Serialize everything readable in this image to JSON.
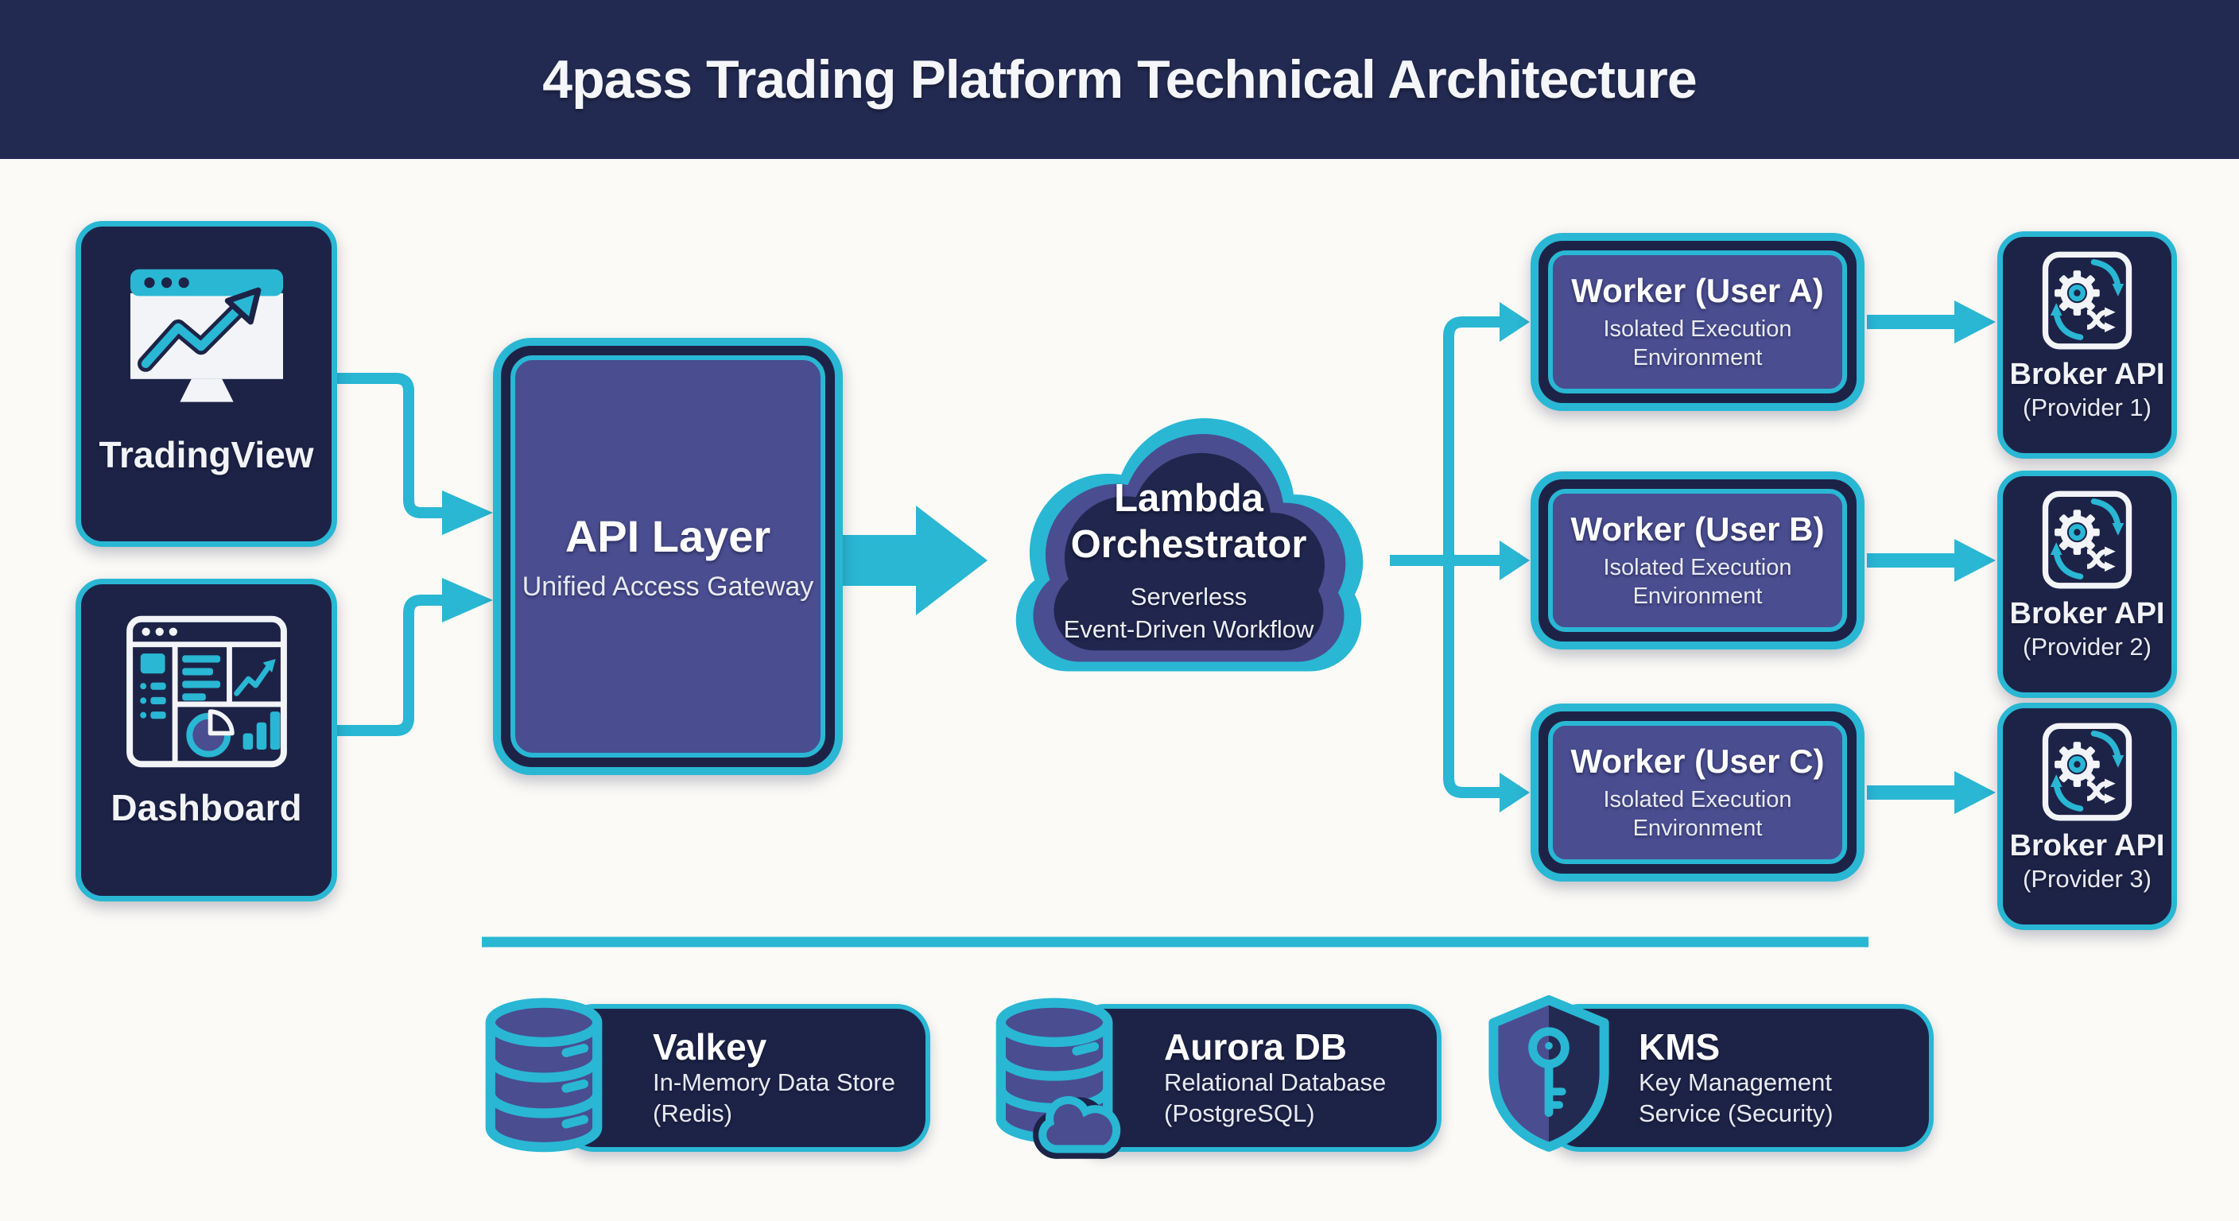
{
  "title": "4pass Trading Platform Technical Architecture",
  "colors": {
    "cyan": "#29b7d4",
    "header_navy": "#232a52",
    "box_navy": "#1d2347",
    "purple": "#4a4d90",
    "cloud_inner_navy": "#20264d",
    "background": "#fbfaf7"
  },
  "clients": [
    {
      "label": "TradingView",
      "icon": "monitor-chart-icon"
    },
    {
      "label": "Dashboard",
      "icon": "dashboard-icon"
    }
  ],
  "api_layer": {
    "title": "API Layer",
    "subtitle": "Unified Access Gateway"
  },
  "orchestrator": {
    "title_lines": [
      "Lambda",
      "Orchestrator"
    ],
    "subtitle_lines": [
      "Serverless",
      "Event-Driven Workflow"
    ]
  },
  "workers": [
    {
      "title": "Worker (User A)",
      "subtitle_lines": [
        "Isolated Execution",
        "Environment"
      ]
    },
    {
      "title": "Worker (User B)",
      "subtitle_lines": [
        "Isolated Execution",
        "Environment"
      ]
    },
    {
      "title": "Worker (User C)",
      "subtitle_lines": [
        "Isolated Execution",
        "Environment"
      ]
    }
  ],
  "brokers": [
    {
      "title": "Broker API",
      "subtitle": "(Provider 1)",
      "icon": "gear-sync-icon"
    },
    {
      "title": "Broker API",
      "subtitle": "(Provider 2)",
      "icon": "gear-sync-icon"
    },
    {
      "title": "Broker API",
      "subtitle": "(Provider 3)",
      "icon": "gear-sync-icon"
    }
  ],
  "services": [
    {
      "title": "Valkey",
      "subtitle_lines": [
        "In-Memory Data Store",
        "(Redis)"
      ],
      "icon": "database-icon"
    },
    {
      "title": "Aurora DB",
      "subtitle_lines": [
        "Relational Database",
        "(PostgreSQL)"
      ],
      "icon": "database-cloud-icon"
    },
    {
      "title": "KMS",
      "subtitle_lines": [
        "Key Management",
        "Service (Security)"
      ],
      "icon": "shield-key-icon"
    }
  ]
}
